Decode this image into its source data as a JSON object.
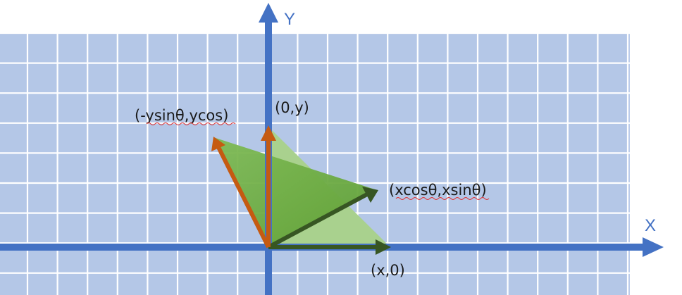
{
  "axes": {
    "x_label": "X",
    "y_label": "Y"
  },
  "points": {
    "origin_x": "(x,0)",
    "origin_y": "(0,y)",
    "rotated_x": "(xcosθ,xsinθ)",
    "rotated_y": "(-ysinθ,ycos)"
  },
  "colors": {
    "grid_fill": "#b4c7e7",
    "grid_line": "#ffffff",
    "axis": "#4472c4",
    "light_triangle": "#a9d18e",
    "dark_triangle": "#70ad47",
    "x_vector": "#375623",
    "y_vector": "#c55a11",
    "spellcheck_underline": "#e03030"
  }
}
